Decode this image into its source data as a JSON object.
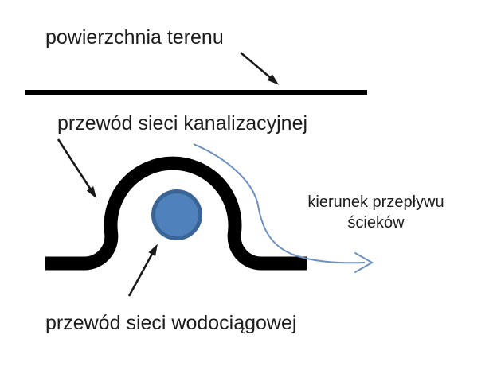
{
  "diagram": {
    "title": "sewer-over-water-pipe-crossing-diagram",
    "background": "#ffffff",
    "labels": {
      "surface": "powierzchnia terenu",
      "sewer": "przewód sieci kanalizacyjnej",
      "water": "przewód sieci wodociągowej",
      "flow_line1": "kierunek przepływu",
      "flow_line2": "ścieków"
    },
    "colors": {
      "pipe": "#000000",
      "ground_line": "#000000",
      "annotation": "#1a1a1a",
      "water_fill": "#4f81bd",
      "water_border": "#3a6596",
      "flow": "#6b90c1",
      "text": "#1c1c1c"
    }
  }
}
